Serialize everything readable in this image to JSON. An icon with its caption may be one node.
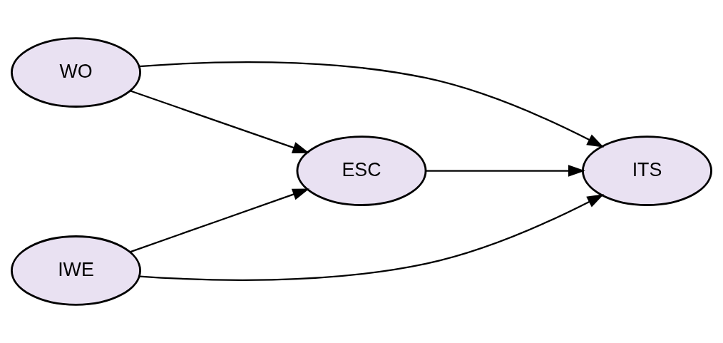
{
  "diagram": {
    "nodes": [
      {
        "text": [
          "WO"
        ]
      },
      {
        "text": [
          "IWE"
        ]
      },
      {
        "text": [
          "ESC"
        ]
      },
      {
        "text": [
          "ITS"
        ]
      }
    ],
    "edges": [
      {
        "from": 0,
        "to": 2,
        "arrow": "to"
      },
      {
        "from": 0,
        "to": 3,
        "arrow": "to"
      },
      {
        "from": 1,
        "to": 2,
        "arrow": "to"
      },
      {
        "from": 1,
        "to": 3,
        "arrow": "to"
      },
      {
        "from": 2,
        "to": 3,
        "arrow": "to"
      }
    ]
  }
}
